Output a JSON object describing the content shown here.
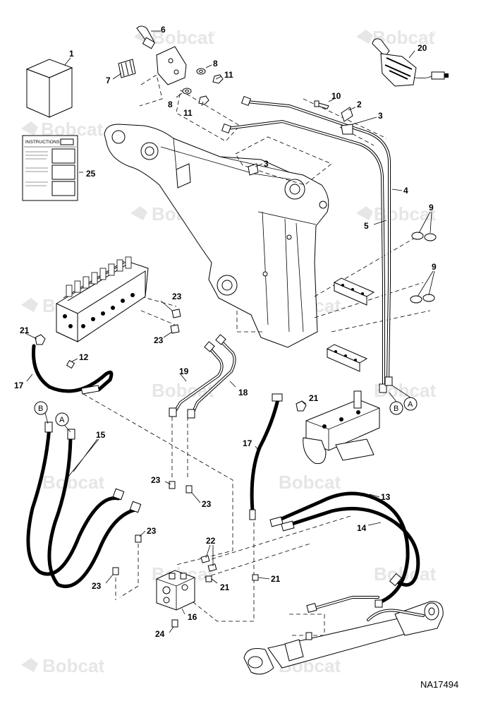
{
  "watermark": {
    "brand": "Bobcat",
    "mark": "®"
  },
  "document_id": "NA17494",
  "instructions_card": {
    "title": "INSTRUCTIONS"
  },
  "callouts": {
    "c1": "1",
    "c2": "2",
    "c3a": "3",
    "c3b": "3",
    "c4": "4",
    "c5": "5",
    "c6": "6",
    "c7": "7",
    "c8a": "8",
    "c8b": "8",
    "c9a": "9",
    "c9b": "9",
    "c10": "10",
    "c11a": "11",
    "c11b": "11",
    "c12": "12",
    "c13": "13",
    "c14": "14",
    "c15": "15",
    "c16": "16",
    "c17a": "17",
    "c17b": "17",
    "c18": "18",
    "c19": "19",
    "c20": "20",
    "c21a": "21",
    "c21b": "21",
    "c21c": "21",
    "c21d": "21",
    "c22": "22",
    "c23a": "23",
    "c23b": "23",
    "c23c": "23",
    "c23d": "23",
    "c23e": "23",
    "c23f": "23",
    "c24": "24",
    "c25": "25"
  },
  "connectors": {
    "a_top": "A",
    "b_top": "B",
    "a_left": "A",
    "b_left": "B"
  }
}
